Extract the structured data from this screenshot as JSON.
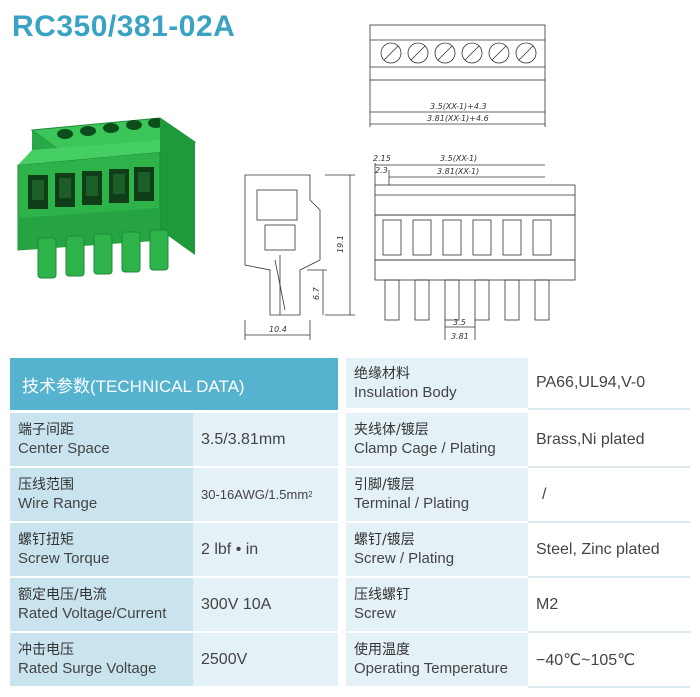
{
  "title": "RC350/381-02A",
  "drawing": {
    "top_dim_1": "3.5(XX-1)+4.3",
    "top_dim_2": "3.81(XX-1)+4.6",
    "front_dim_1": "2.15",
    "front_dim_2": "2.3",
    "front_dim_3": "3.5(XX-1)",
    "front_dim_4": "3.81(XX-1)",
    "front_dim_5": "3.5",
    "front_dim_6": "3.81",
    "side_dim_height": "19.1",
    "side_dim_low": "6.7",
    "side_dim_width": "10.4"
  },
  "table": {
    "header": "技术参数(TECHNICAL DATA)",
    "header_right_zh": "绝缘材料",
    "header_right_en": "Insulation Body",
    "header_right_value": "PA66,UL94,V-0",
    "rows": [
      {
        "left_zh": "端子间距",
        "left_en": "Center Space",
        "left_value": "3.5/3.81mm",
        "right_zh": "夹线体/镀层",
        "right_en": "Clamp Cage / Plating",
        "right_value": "Brass,Ni plated"
      },
      {
        "left_zh": "压线范围",
        "left_en": "Wire Range",
        "left_value": "30-16AWG/1.5mm",
        "left_value_sup": "2",
        "right_zh": "引脚/镀层",
        "right_en": "Terminal / Plating",
        "right_value": "/"
      },
      {
        "left_zh": "螺钉扭矩",
        "left_en": "Screw Torque",
        "left_value": "2 lbf • in",
        "right_zh": "螺钉/镀层",
        "right_en": "Screw / Plating",
        "right_value": "Steel, Zinc plated"
      },
      {
        "left_zh": "额定电压/电流",
        "left_en": "Rated Voltage/Current",
        "left_value": "300V 10A",
        "right_zh": "压线螺钉",
        "right_en": "Screw",
        "right_value": "M2"
      },
      {
        "left_zh": "冲击电压",
        "left_en": "Rated Surge Voltage",
        "left_value": "2500V",
        "right_zh": "使用温度",
        "right_en": "Operating Temperature",
        "right_value": "−40℃~105℃"
      }
    ]
  },
  "colors": {
    "title": "#3aa3c4",
    "header_bg": "#55b3d0",
    "label_bg": "#c9e4ef",
    "value_bg": "#e4f1f6",
    "product_green": "#2db34a"
  }
}
